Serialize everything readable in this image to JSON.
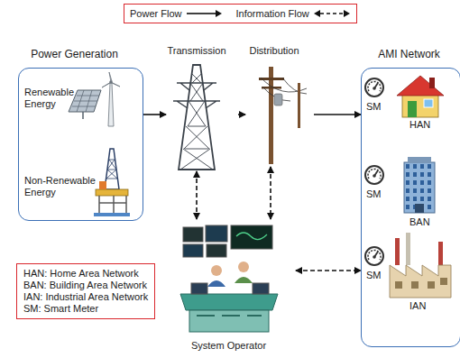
{
  "diagram": {
    "nodes": [
      {
        "text": [
          "Power Generation"
        ]
      },
      {
        "text": [
          "Renewable Energy"
        ],
        "in": 0
      },
      {
        "text": [
          "Non-Renewable Energy"
        ],
        "in": 0
      },
      {
        "text": [
          "Transmission"
        ]
      },
      {
        "text": [
          "Distribution"
        ]
      },
      {
        "text": [
          "AMI Network"
        ]
      },
      {
        "text": [
          "SM",
          "HAN"
        ],
        "in": 5
      },
      {
        "text": [
          "SM",
          "BAN"
        ],
        "in": 5
      },
      {
        "text": [
          "SM",
          "IAN"
        ],
        "in": 5
      },
      {
        "text": [
          "System Operator"
        ]
      },
      {
        "text": [
          "HAN: Home Area Network",
          "BAN: Building Area Network",
          "IAN: Industrial Area Network",
          "SM: Smart Meter"
        ]
      }
    ],
    "edges": [
      {
        "from": 0,
        "to": 3,
        "arrow": "to"
      },
      {
        "from": 3,
        "to": 4,
        "arrow": "to"
      },
      {
        "from": 4,
        "to": 5,
        "arrow": "to"
      },
      {
        "from": 3,
        "to": 9,
        "arrow": "both"
      },
      {
        "from": 4,
        "to": 9,
        "arrow": "both"
      },
      {
        "from": 9,
        "to": 5,
        "arrow": "both"
      }
    ],
    "legend": [
      {
        "text": "Power Flow"
      },
      {
        "text": "Information Flow"
      }
    ]
  }
}
